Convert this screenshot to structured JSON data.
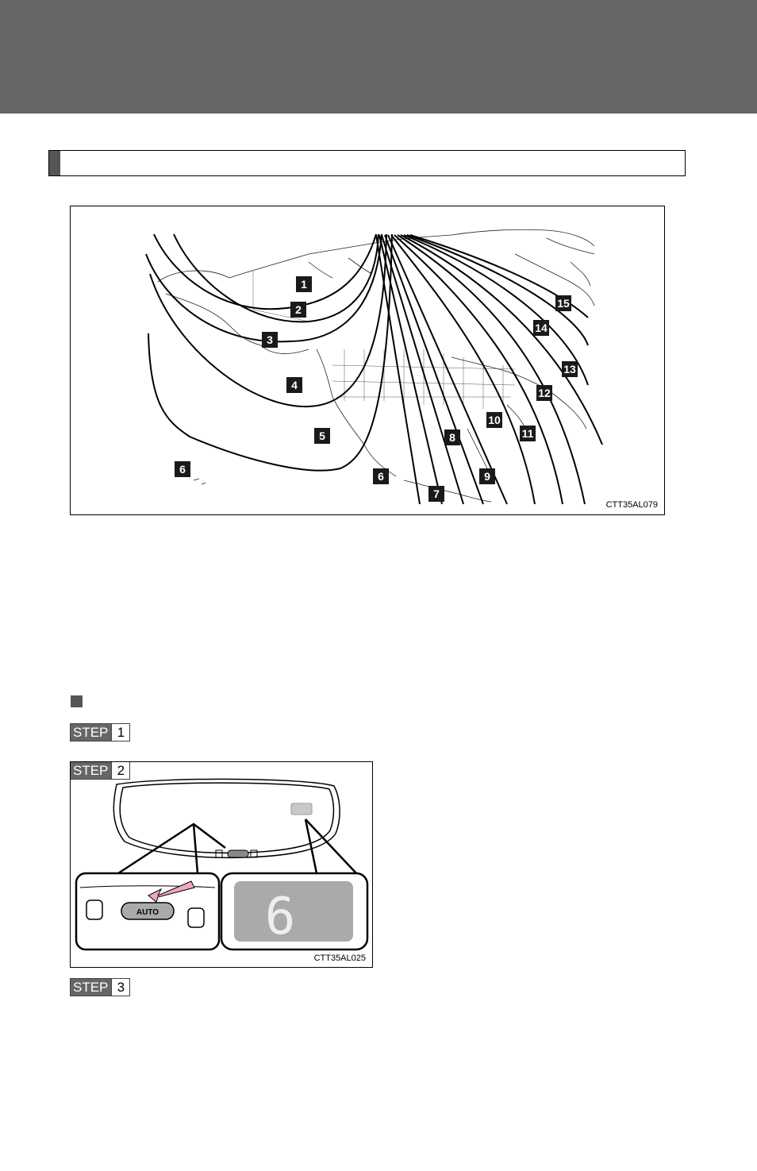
{
  "map_figure": {
    "code": "CTT35AL079",
    "zones": [
      "1",
      "2",
      "3",
      "4",
      "5",
      "6",
      "6",
      "7",
      "8",
      "9",
      "10",
      "11",
      "12",
      "13",
      "14",
      "15"
    ]
  },
  "procedure": {
    "steps": [
      {
        "word": "STEP",
        "num": "1"
      },
      {
        "word": "STEP",
        "num": "2"
      },
      {
        "word": "STEP",
        "num": "3"
      }
    ]
  },
  "mirror_figure": {
    "code": "CTT35AL025",
    "button_label": "AUTO",
    "display_digit": "6"
  }
}
